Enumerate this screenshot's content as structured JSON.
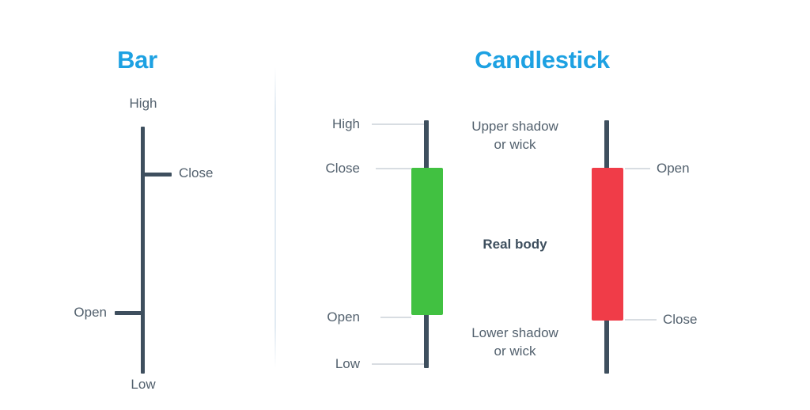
{
  "panels": {
    "bar": {
      "title": "Bar",
      "labels": {
        "high": "High",
        "close": "Close",
        "open": "Open",
        "low": "Low"
      }
    },
    "candlestick": {
      "title": "Candlestick",
      "bullish": {
        "high": "High",
        "close": "Close",
        "open": "Open",
        "low": "Low"
      },
      "bearish": {
        "open": "Open",
        "close": "Close"
      },
      "annotations": {
        "upper_shadow_line1": "Upper shadow",
        "upper_shadow_line2": "or wick",
        "real_body": "Real body",
        "lower_shadow_line1": "Lower shadow",
        "lower_shadow_line2": "or wick"
      }
    }
  },
  "colors": {
    "title_blue": "#1da1e2",
    "bullish_green": "#41c141",
    "bearish_red": "#f03c48",
    "wick_slate": "#3e4f5e",
    "label_gray": "#53616e",
    "leader_gray": "#d8dde2"
  },
  "chart_data": {
    "type": "diagram",
    "title": "Bar vs Candlestick chart anatomy",
    "elements": [
      {
        "name": "ohlc-bar",
        "panel": "Bar",
        "points": {
          "high": "High",
          "close": "Close",
          "open": "Open",
          "low": "Low"
        },
        "close_side": "right",
        "open_side": "left"
      },
      {
        "name": "bullish-candle",
        "panel": "Candlestick",
        "direction": "up",
        "color": "#41c141",
        "points": {
          "high": "High",
          "close": "Close",
          "open": "Open",
          "low": "Low"
        },
        "label_side": "left"
      },
      {
        "name": "bearish-candle",
        "panel": "Candlestick",
        "direction": "down",
        "color": "#f03c48",
        "points": {
          "open": "Open",
          "close": "Close"
        },
        "label_side": "right"
      }
    ],
    "annotations": [
      "Upper shadow or wick",
      "Real body",
      "Lower shadow or wick"
    ]
  }
}
